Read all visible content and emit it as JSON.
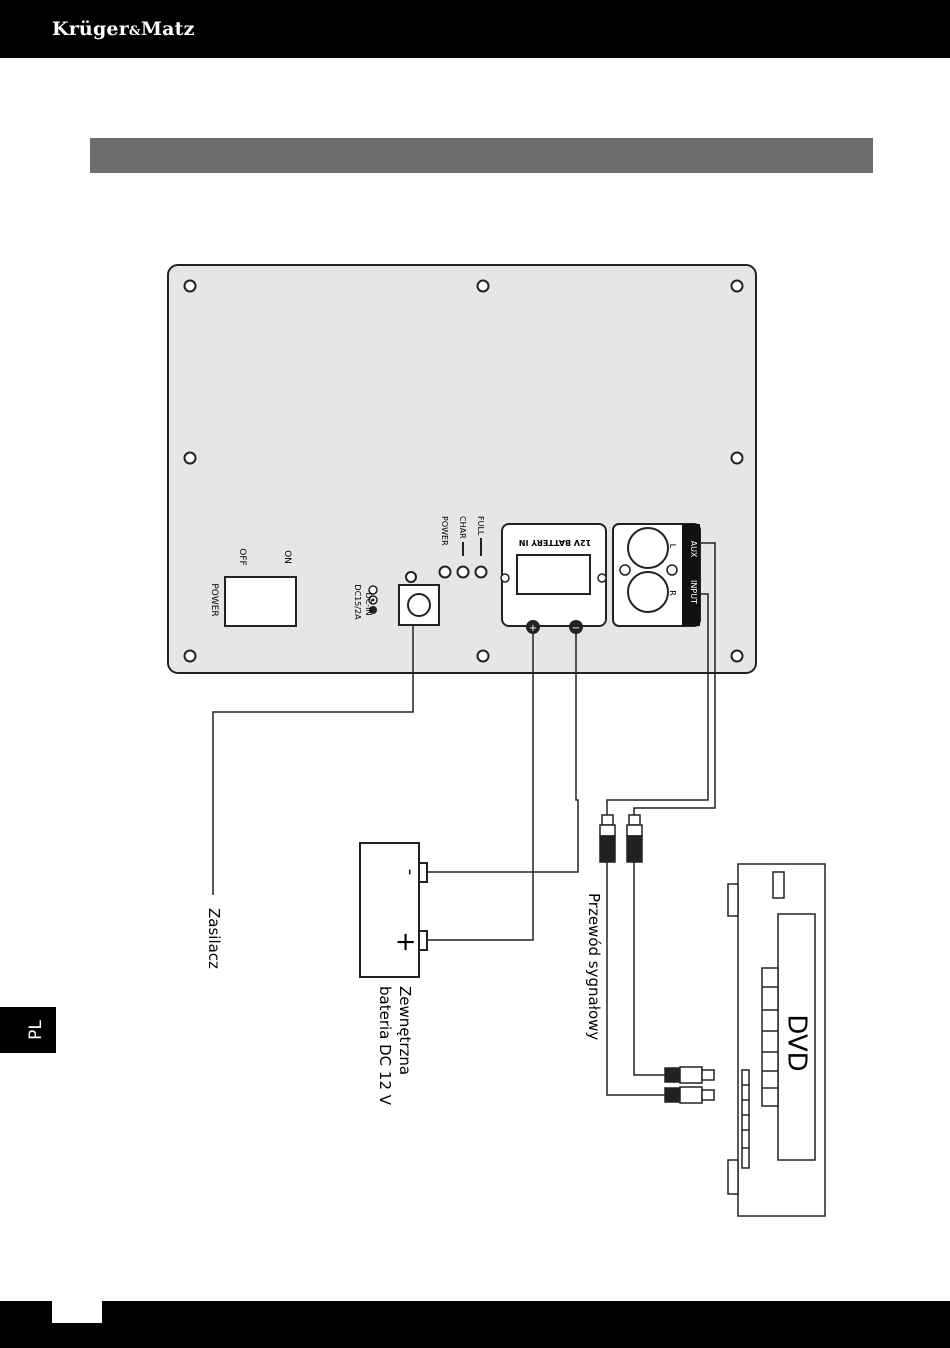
{
  "header": {
    "brand_name": "Krüger",
    "brand_amp": "&",
    "brand_name2": "Matz"
  },
  "language_tab": "PL",
  "panel": {
    "power_label": "POWER",
    "off_label": "OFF",
    "on_label": "ON",
    "dc_in_label": "DC-IN",
    "dc_rating_label": "DC15/2A",
    "full_label": "FULL",
    "char_label": "CHAR",
    "power_led_label": "POWER",
    "battery_in_label": "12V BATTERY IN",
    "aux_label": "AUX",
    "input_label": "INPUT",
    "left_label": "L",
    "right_label": "R",
    "plus_symbol": "+",
    "minus_symbol": "−"
  },
  "labels": {
    "power_supply": "Zasilacz",
    "battery_line1": "Zewnętrzna",
    "battery_line2": "bateria DC 12 V",
    "battery_plus": "+",
    "battery_minus": "-",
    "signal_cable": "Przewód sygnałowy",
    "dvd": "DVD"
  },
  "colors": {
    "bar_dark": "#000000",
    "section_bar": "#6d6d6d",
    "panel_fill": "#e6e6e6"
  }
}
